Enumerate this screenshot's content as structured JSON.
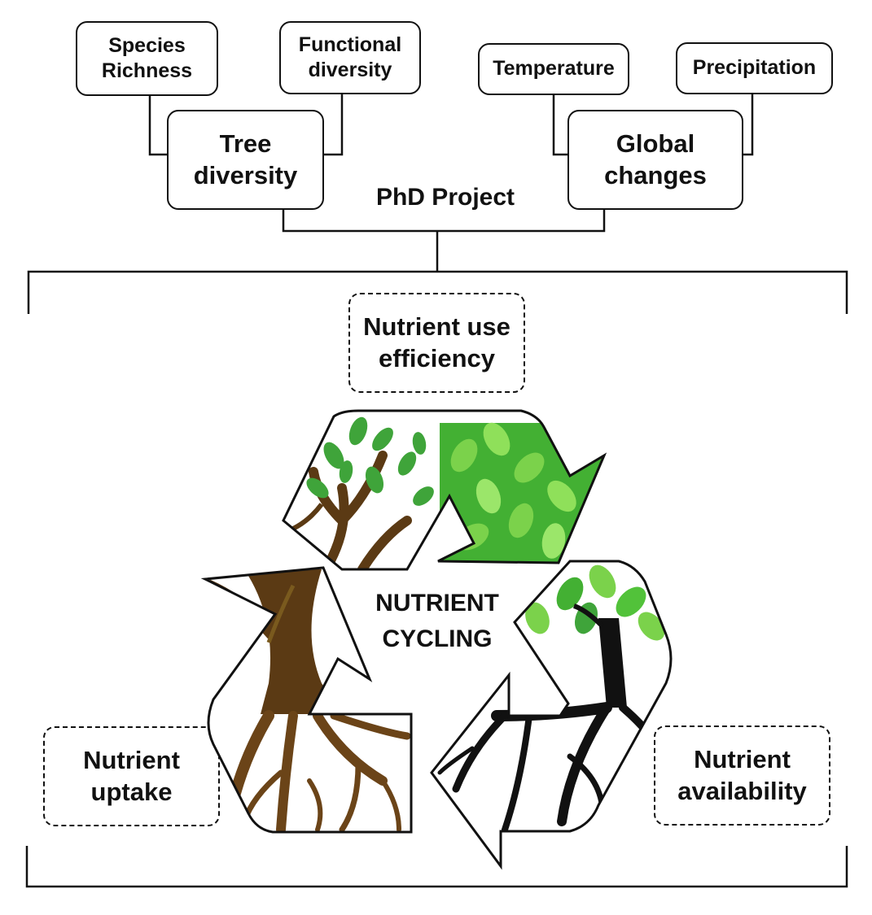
{
  "top": {
    "species_richness": "Species\nRichness",
    "functional_diversity": "Functional\ndiversity",
    "temperature": "Temperature",
    "precipitation": "Precipitation",
    "tree_diversity": "Tree\ndiversity",
    "global_changes": "Global\nchanges",
    "phd_project": "PhD Project"
  },
  "cycle": {
    "center_label": "NUTRIENT\nCYCLING",
    "nutrient_use_efficiency": "Nutrient use\nefficiency",
    "nutrient_uptake": "Nutrient\nuptake",
    "nutrient_availability": "Nutrient\navailability"
  },
  "colors": {
    "brown": "#5b3a14",
    "green": "#3fa43a",
    "light_green": "#7bd24b",
    "black": "#111111"
  }
}
